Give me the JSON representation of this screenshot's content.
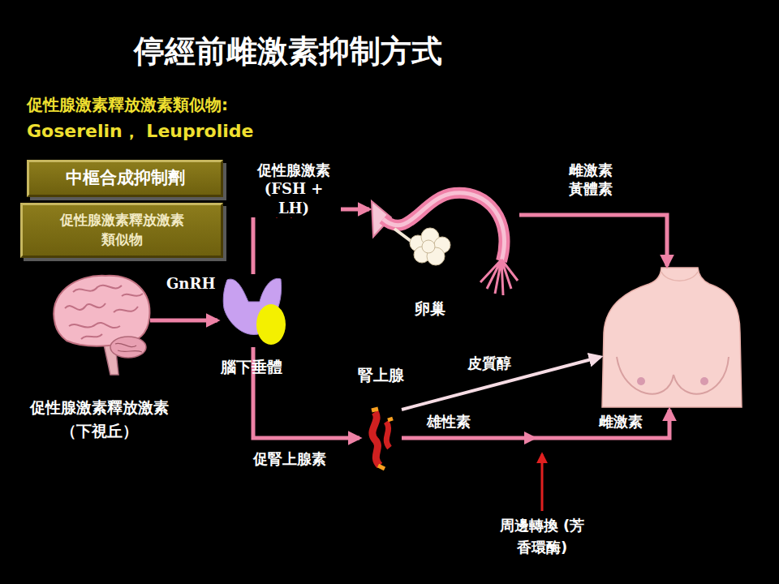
{
  "diagram": {
    "title": "停經前雌激素抑制方式",
    "nodes": [
      {
        "text": [
          "中樞合成抑制劑"
        ]
      },
      {
        "text": [
          "促性腺激素釋放激素 類似物"
        ]
      },
      {
        "text": [
          "促性腺激素釋放激素 （下視丘）"
        ]
      },
      {
        "text": [
          "腦下垂體"
        ]
      },
      {
        "text": [
          "卵巢"
        ]
      },
      {
        "text": [
          "腎上腺"
        ]
      },
      {
        "text": []
      }
    ],
    "edges": [
      {
        "from": 2,
        "to": 3,
        "arrow": "to",
        "label": "GnRH"
      },
      {
        "from": 3,
        "to": 4,
        "arrow": "to",
        "label": "促性腺激素 (FSH + LH)"
      },
      {
        "from": 4,
        "to": 6,
        "arrow": "to",
        "label": "雌激素 黃體素"
      },
      {
        "from": 3,
        "to": 5,
        "arrow": "to",
        "label": "促腎上腺素"
      },
      {
        "from": 5,
        "to": 6,
        "arrow": "to",
        "label": "皮質醇"
      },
      {
        "from": 5,
        "to": 6,
        "arrow": "to",
        "label": "雄性素"
      }
    ],
    "labels": [
      "促性腺激素釋放激素類似物:",
      "Goserelin， Leuprolide",
      "雌激素",
      "周邊轉換 (芳香環酶)"
    ]
  }
}
